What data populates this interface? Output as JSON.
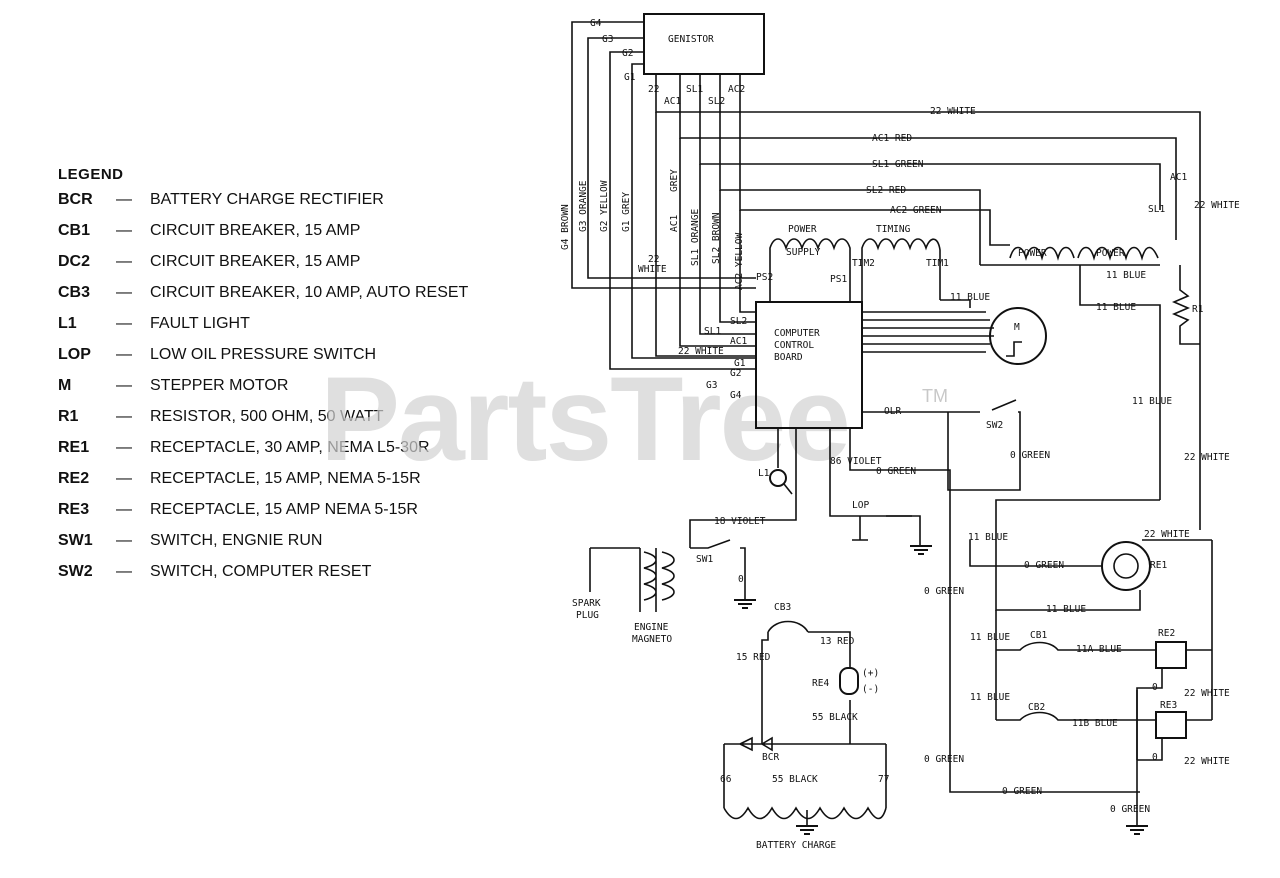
{
  "legend": {
    "title": "LEGEND",
    "items": [
      {
        "code": "BCR",
        "dash": "—",
        "desc": "BATTERY CHARGE RECTIFIER"
      },
      {
        "code": "CB1",
        "dash": "—",
        "desc": "CIRCUIT BREAKER, 15 AMP"
      },
      {
        "code": "DC2",
        "dash": "—",
        "desc": "CIRCUIT BREAKER, 15 AMP"
      },
      {
        "code": "CB3",
        "dash": "—",
        "desc": "CIRCUIT BREAKER, 10 AMP, AUTO RESET"
      },
      {
        "code": "L1",
        "dash": "—",
        "desc": "FAULT LIGHT"
      },
      {
        "code": "LOP",
        "dash": "—",
        "desc": "LOW OIL PRESSURE SWITCH"
      },
      {
        "code": "M",
        "dash": "—",
        "desc": "STEPPER MOTOR"
      },
      {
        "code": "R1",
        "dash": "—",
        "desc": "RESISTOR, 500 OHM, 50 WATT"
      },
      {
        "code": "RE1",
        "dash": "—",
        "desc": "RECEPTACLE, 30 AMP, NEMA L5-30R"
      },
      {
        "code": "RE2",
        "dash": "—",
        "desc": "RECEPTACLE, 15 AMP, NEMA 5-15R"
      },
      {
        "code": "RE3",
        "dash": "—",
        "desc": "RECEPTACLE, 15 AMP NEMA 5-15R"
      },
      {
        "code": "SW1",
        "dash": "—",
        "desc": "SWITCH, ENGNIE RUN"
      },
      {
        "code": "SW2",
        "dash": "—",
        "desc": "SWITCH, COMPUTER RESET"
      }
    ]
  },
  "watermark": {
    "text": "PartsTree",
    "tm": "TM"
  },
  "labels": {
    "genistor": "GENISTOR",
    "g4": "G4",
    "g3": "G3",
    "g2": "G2",
    "g1": "G1",
    "t22": "22",
    "sl1": "SL1",
    "ac2": "AC2",
    "ac1": "AC1",
    "sl2": "SL2",
    "white22_top": "22 WHITE",
    "ac1_red": "AC1 RED",
    "sl1_green": "SL1 GREEN",
    "sl2_red": "SL2 RED",
    "ac2_green": "AC2 GREEN",
    "ac1_right": "AC1",
    "sl1_right": "SL1",
    "white22_right1": "22 WHITE",
    "g4_brown": "G4 BROWN",
    "g3_orange": "G3 ORANGE",
    "g2_yellow": "G2 YELLOW",
    "g1_grey": "G1 GREY",
    "white22_vert": "22",
    "white22_vert2": "WHITE",
    "ac1_grey": "AC1 GREY",
    "grey": "GREY",
    "sl1_orange": "SL1 ORANGE",
    "sl2_brown": "SL2 BROWN",
    "ac2_yellow": "AC2 YELLOW",
    "power_supply1": "POWER",
    "power_supply2": "SUPPLY",
    "timing": "TIMING",
    "ps2": "PS2",
    "ps1": "PS1",
    "tim2": "TIM2",
    "tim1": "TIM1",
    "power_a": "POWER",
    "power_b": "POWER",
    "blue11_a": "11 BLUE",
    "blue11_b": "11 BLUE",
    "blue11_c": "11 BLUE",
    "r1": "R1",
    "ccb1": "COMPUTER",
    "ccb2": "CONTROL",
    "ccb3": "BOARD",
    "sl1_in": "SL1",
    "sl2_in": "SL2",
    "white22_in": "22 WHITE",
    "ac1_in": "AC1",
    "g1_in": "G1",
    "g2_in": "G2",
    "g3_in": "G3",
    "g4_in": "G4",
    "motor": "M",
    "olr": "OLR",
    "sw2": "SW2",
    "green0_a": "0 GREEN",
    "blue11_d": "11 BLUE",
    "white22_right2": "22 WHITE",
    "l1": "L1",
    "violet86": "86 VIOLET",
    "green0_b": "0 GREEN",
    "lop": "LOP",
    "violet18": "18 VIOLET",
    "sw1": "SW1",
    "zero_sw1": "0",
    "spark1": "SPARK",
    "spark2": "PLUG",
    "magneto1": "ENGINE",
    "magneto2": "MAGNETO",
    "blue11_e": "11 BLUE",
    "white22_re1": "22 WHITE",
    "green0_c": "0 GREEN",
    "re1": "RE1",
    "green0_d": "0 GREEN",
    "blue11_f": "11 BLUE",
    "cb3": "CB3",
    "red15": "15 RED",
    "red13": "13 RED",
    "re4": "RE4",
    "plus": "(+)",
    "minus": "(-)",
    "black55_a": "55 BLACK",
    "blue11_g": "11 BLUE",
    "cb1": "CB1",
    "blue11a": "11A BLUE",
    "re2": "RE2",
    "zero_a": "0",
    "white22_re2": "22 WHITE",
    "blue11_h": "11 BLUE",
    "cb2": "CB2",
    "blue11b": "11B BLUE",
    "re3": "RE3",
    "zero_b": "0",
    "white22_re3": "22 WHITE",
    "green0_e": "0 GREEN",
    "green0_f": "0 GREEN",
    "green0_g": "0 GREEN",
    "bcr": "BCR",
    "n66": "66",
    "black55_b": "55 BLACK",
    "n77": "77",
    "battery_charge": "BATTERY CHARGE"
  }
}
